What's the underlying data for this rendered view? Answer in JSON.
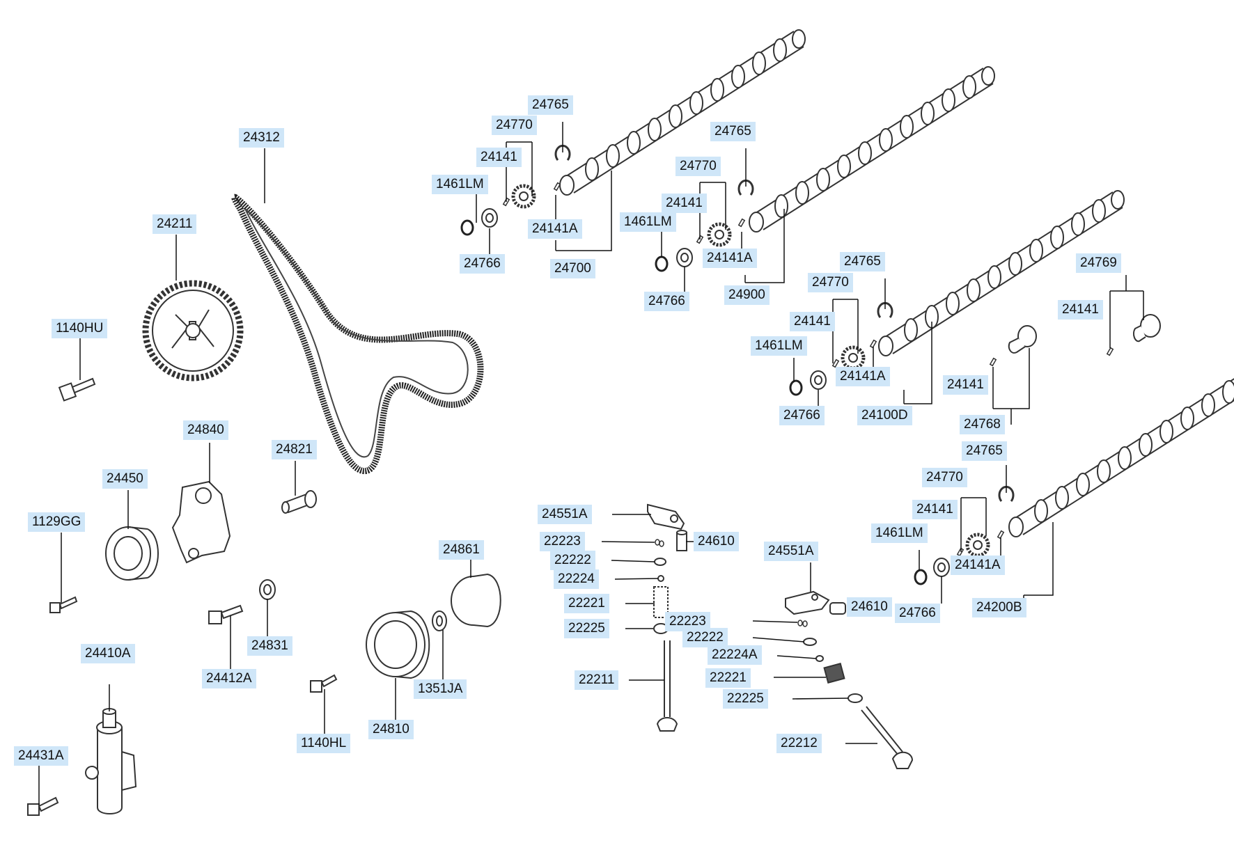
{
  "labels": {
    "p24312": "24312",
    "p24211": "24211",
    "p1140HU": "1140HU",
    "p24840": "24840",
    "p24821": "24821",
    "p24450": "24450",
    "p1129GG": "1129GG",
    "p24831": "24831",
    "p24412A": "24412A",
    "p24861": "24861",
    "p1351JA": "1351JA",
    "p1140HL": "1140HL",
    "p24810": "24810",
    "p24410A": "24410A",
    "p24431A": "24431A",
    "cam1_24765": "24765",
    "cam1_24770": "24770",
    "cam1_24141": "24141",
    "cam1_1461LM": "1461LM",
    "cam1_24141A": "24141A",
    "cam1_24766": "24766",
    "cam1_24700": "24700",
    "cam2_24765": "24765",
    "cam2_24770": "24770",
    "cam2_24141": "24141",
    "cam2_1461LM": "1461LM",
    "cam2_24141A": "24141A",
    "cam2_24766": "24766",
    "cam2_24900": "24900",
    "cam3_24765": "24765",
    "cam3_24770": "24770",
    "cam3_24141": "24141",
    "cam3_1461LM": "1461LM",
    "cam3_24141A": "24141A",
    "cam3_24766": "24766",
    "cam3_24100D": "24100D",
    "p24769": "24769",
    "p24769_24141": "24141",
    "p24768_24141": "24141",
    "p24768": "24768",
    "cam4_24765": "24765",
    "cam4_24770": "24770",
    "cam4_24141": "24141",
    "cam4_1461LM": "1461LM",
    "cam4_24141A": "24141A",
    "cam4_24766": "24766",
    "cam4_24200B": "24200B",
    "v1_24551A": "24551A",
    "v1_22223": "22223",
    "v1_24610": "24610",
    "v1_22222": "22222",
    "v1_22224": "22224",
    "v1_22221": "22221",
    "v1_22225": "22225",
    "v1_22211": "22211",
    "v2_24551A": "24551A",
    "v2_24610": "24610",
    "v2_22223": "22223",
    "v2_22222": "22222",
    "v2_22224A": "22224A",
    "v2_22221": "22221",
    "v2_22225": "22225",
    "v2_22212": "22212"
  }
}
